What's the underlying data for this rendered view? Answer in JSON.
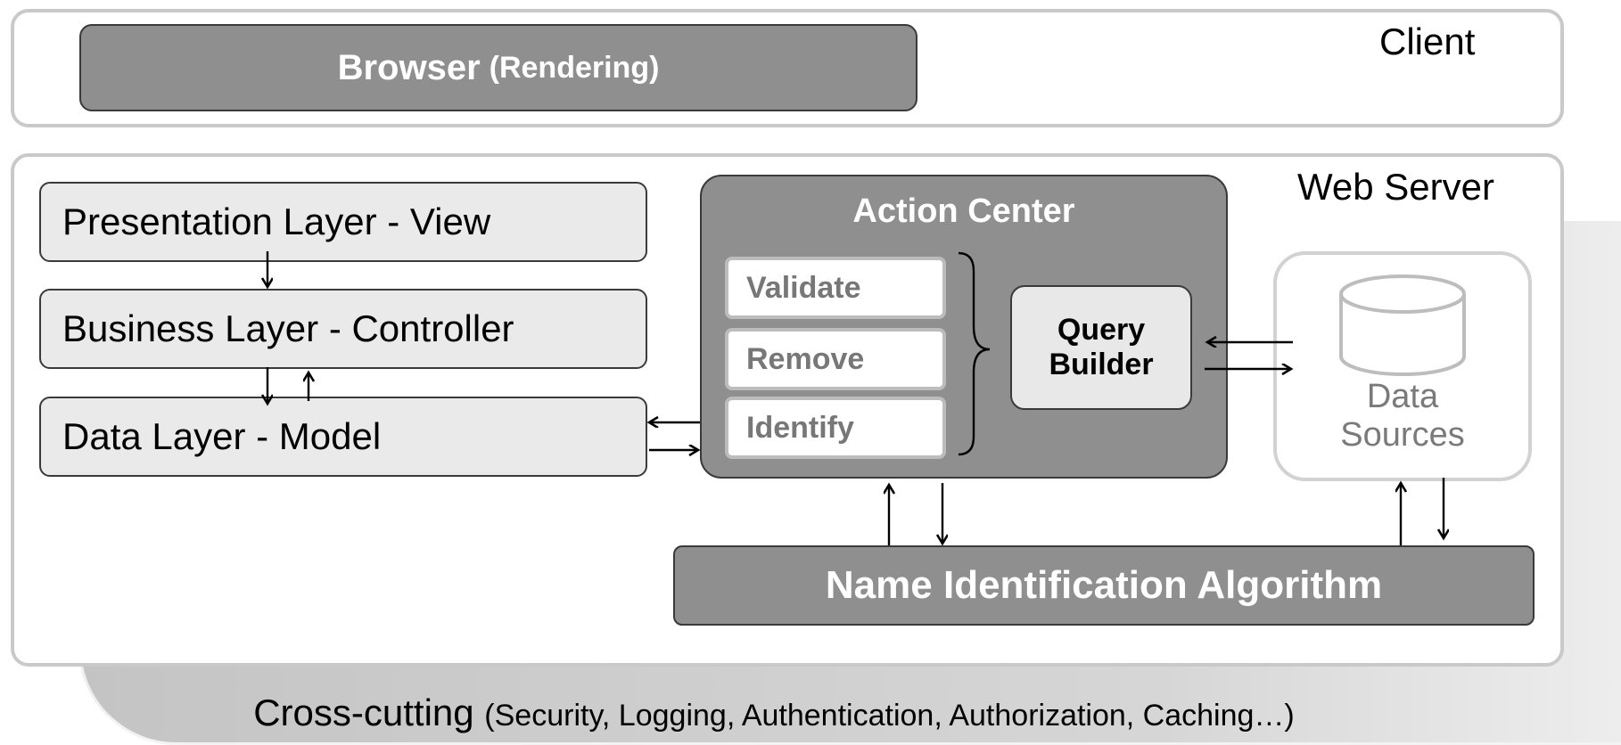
{
  "client": {
    "label": "Client",
    "browser": {
      "title": "Browser",
      "subtitle": "(Rendering)"
    }
  },
  "server": {
    "label": "Web Server",
    "layers": {
      "view": "Presentation Layer - View",
      "controller": "Business Layer - Controller",
      "model": "Data Layer - Model"
    },
    "action_center": {
      "title": "Action Center",
      "items": [
        "Validate",
        "Remove",
        "Identify"
      ],
      "query_builder": {
        "line1": "Query",
        "line2": "Builder"
      }
    },
    "data_sources": {
      "line1": "Data",
      "line2": "Sources",
      "icon": "database-icon"
    },
    "algorithm": "Name Identification Algorithm"
  },
  "cross_cutting": {
    "title": "Cross-cutting",
    "detail": "(Security, Logging, Authentication, Authorization, Caching…)"
  },
  "colors": {
    "dark_box": "#8f8f8f",
    "light_box": "#eaeaea",
    "border_gray": "#c9c9c9",
    "muted_text": "#777777"
  }
}
